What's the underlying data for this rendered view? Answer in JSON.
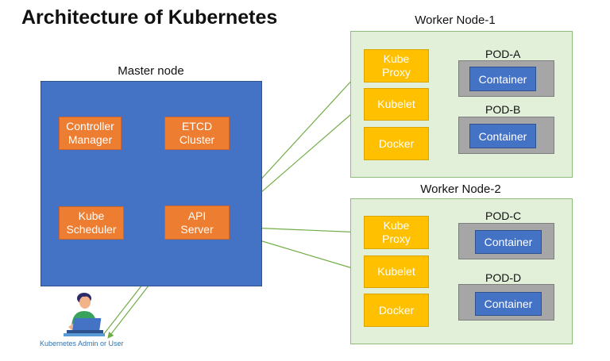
{
  "title": "Architecture of Kubernetes",
  "master": {
    "label": "Master node",
    "controller_manager": [
      "Controller",
      "Manager"
    ],
    "etcd": [
      "ETCD",
      "Cluster"
    ],
    "scheduler": [
      "Kube",
      "Scheduler"
    ],
    "api_server": [
      "API",
      "Server"
    ]
  },
  "worker1": {
    "label": "Worker Node-1",
    "kube_proxy": [
      "Kube",
      "Proxy"
    ],
    "kubelet": "Kubelet",
    "docker": "Docker",
    "pod_a": "POD-A",
    "pod_b": "POD-B",
    "container_a": "Container",
    "container_b": "Container"
  },
  "worker2": {
    "label": "Worker Node-2",
    "kube_proxy": [
      "Kube",
      "Proxy"
    ],
    "kubelet": "Kubelet",
    "docker": "Docker",
    "pod_c": "POD-C",
    "pod_d": "POD-D",
    "container_c": "Container",
    "container_d": "Container"
  },
  "admin": {
    "label": "Kubernetes Admin or User",
    "icon": "user-with-laptop-icon"
  },
  "colors": {
    "master_bg": "#4472c4",
    "component_orange": "#ed7d31",
    "component_yellow": "#ffc000",
    "worker_bg": "#e2f0d9",
    "pod_gray": "#a6a6a6",
    "arrow_green": "#70ad47"
  }
}
